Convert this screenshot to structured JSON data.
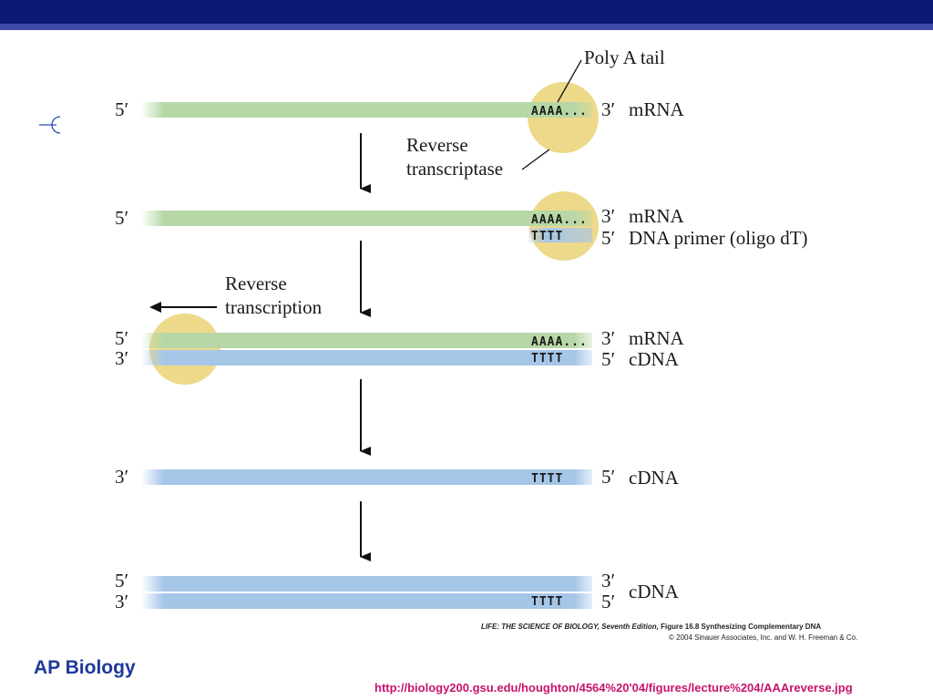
{
  "header": {
    "bar_color": "#0d1a75",
    "stripe_color": "#3d4aa8"
  },
  "colors": {
    "mrna": "#b7d8a6",
    "dna": "#a6c6e8",
    "enzyme": "#ecd98a"
  },
  "labels": {
    "five_prime": "5′",
    "three_prime": "3′",
    "mrna": "mRNA",
    "cdna": "cDNA",
    "dna_primer": "DNA primer (oligo dT)",
    "poly_a_tail": "Poly A tail",
    "reverse": "Reverse",
    "transcriptase": "transcriptase",
    "transcription": "transcription",
    "aaaa": "AAAA...",
    "tttt": "TTTT"
  },
  "credit": {
    "title": "LIFE: THE SCIENCE OF BIOLOGY, Seventh Edition,",
    "figure": "Figure 16.8 Synthesizing Complementary DNA",
    "copyright": "© 2004 Sinauer Associates, Inc. and W. H. Freeman & Co."
  },
  "footer": {
    "course": "AP Biology",
    "url": "http://biology200.gsu.edu/houghton/4564%20'04/figures/lecture%204/AAAreverse.jpg"
  }
}
